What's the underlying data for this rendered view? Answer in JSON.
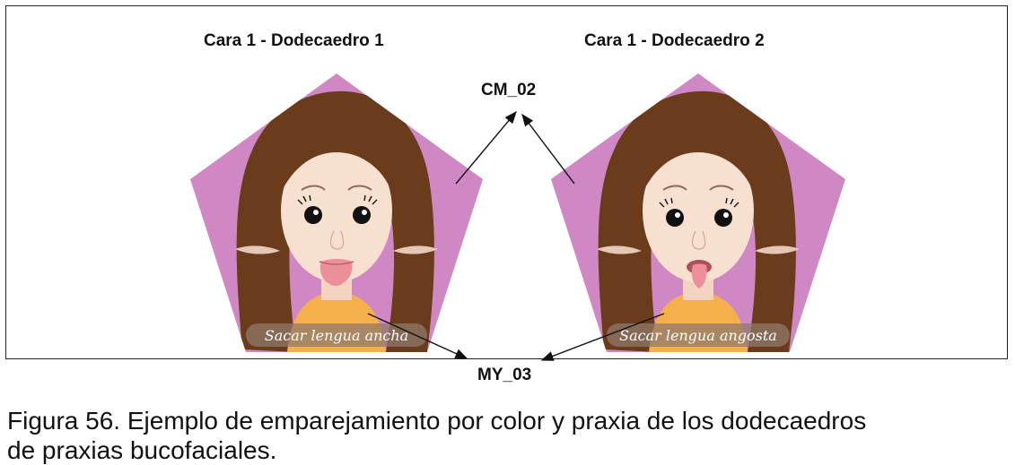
{
  "figure": {
    "title_left": "Cara 1 - Dodecaedro 1",
    "title_right": "Cara 1 - Dodecaedro 2",
    "code_top": "CM_02",
    "code_bottom": "MY_03",
    "face_left_text": "Sacar lengua ancha",
    "face_right_text": "Sacar lengua angosta",
    "colors": {
      "pentagon": "#cf88c3",
      "hair": "#6b3c1c",
      "skin": "#f7e0cf",
      "shirt": "#f5b04b",
      "tongue": "#ec8f98"
    }
  },
  "caption": {
    "line1": "Figura 56. Ejemplo de emparejamiento por color y praxia de los dodecaedros",
    "line2": "de praxias bucofaciales."
  }
}
